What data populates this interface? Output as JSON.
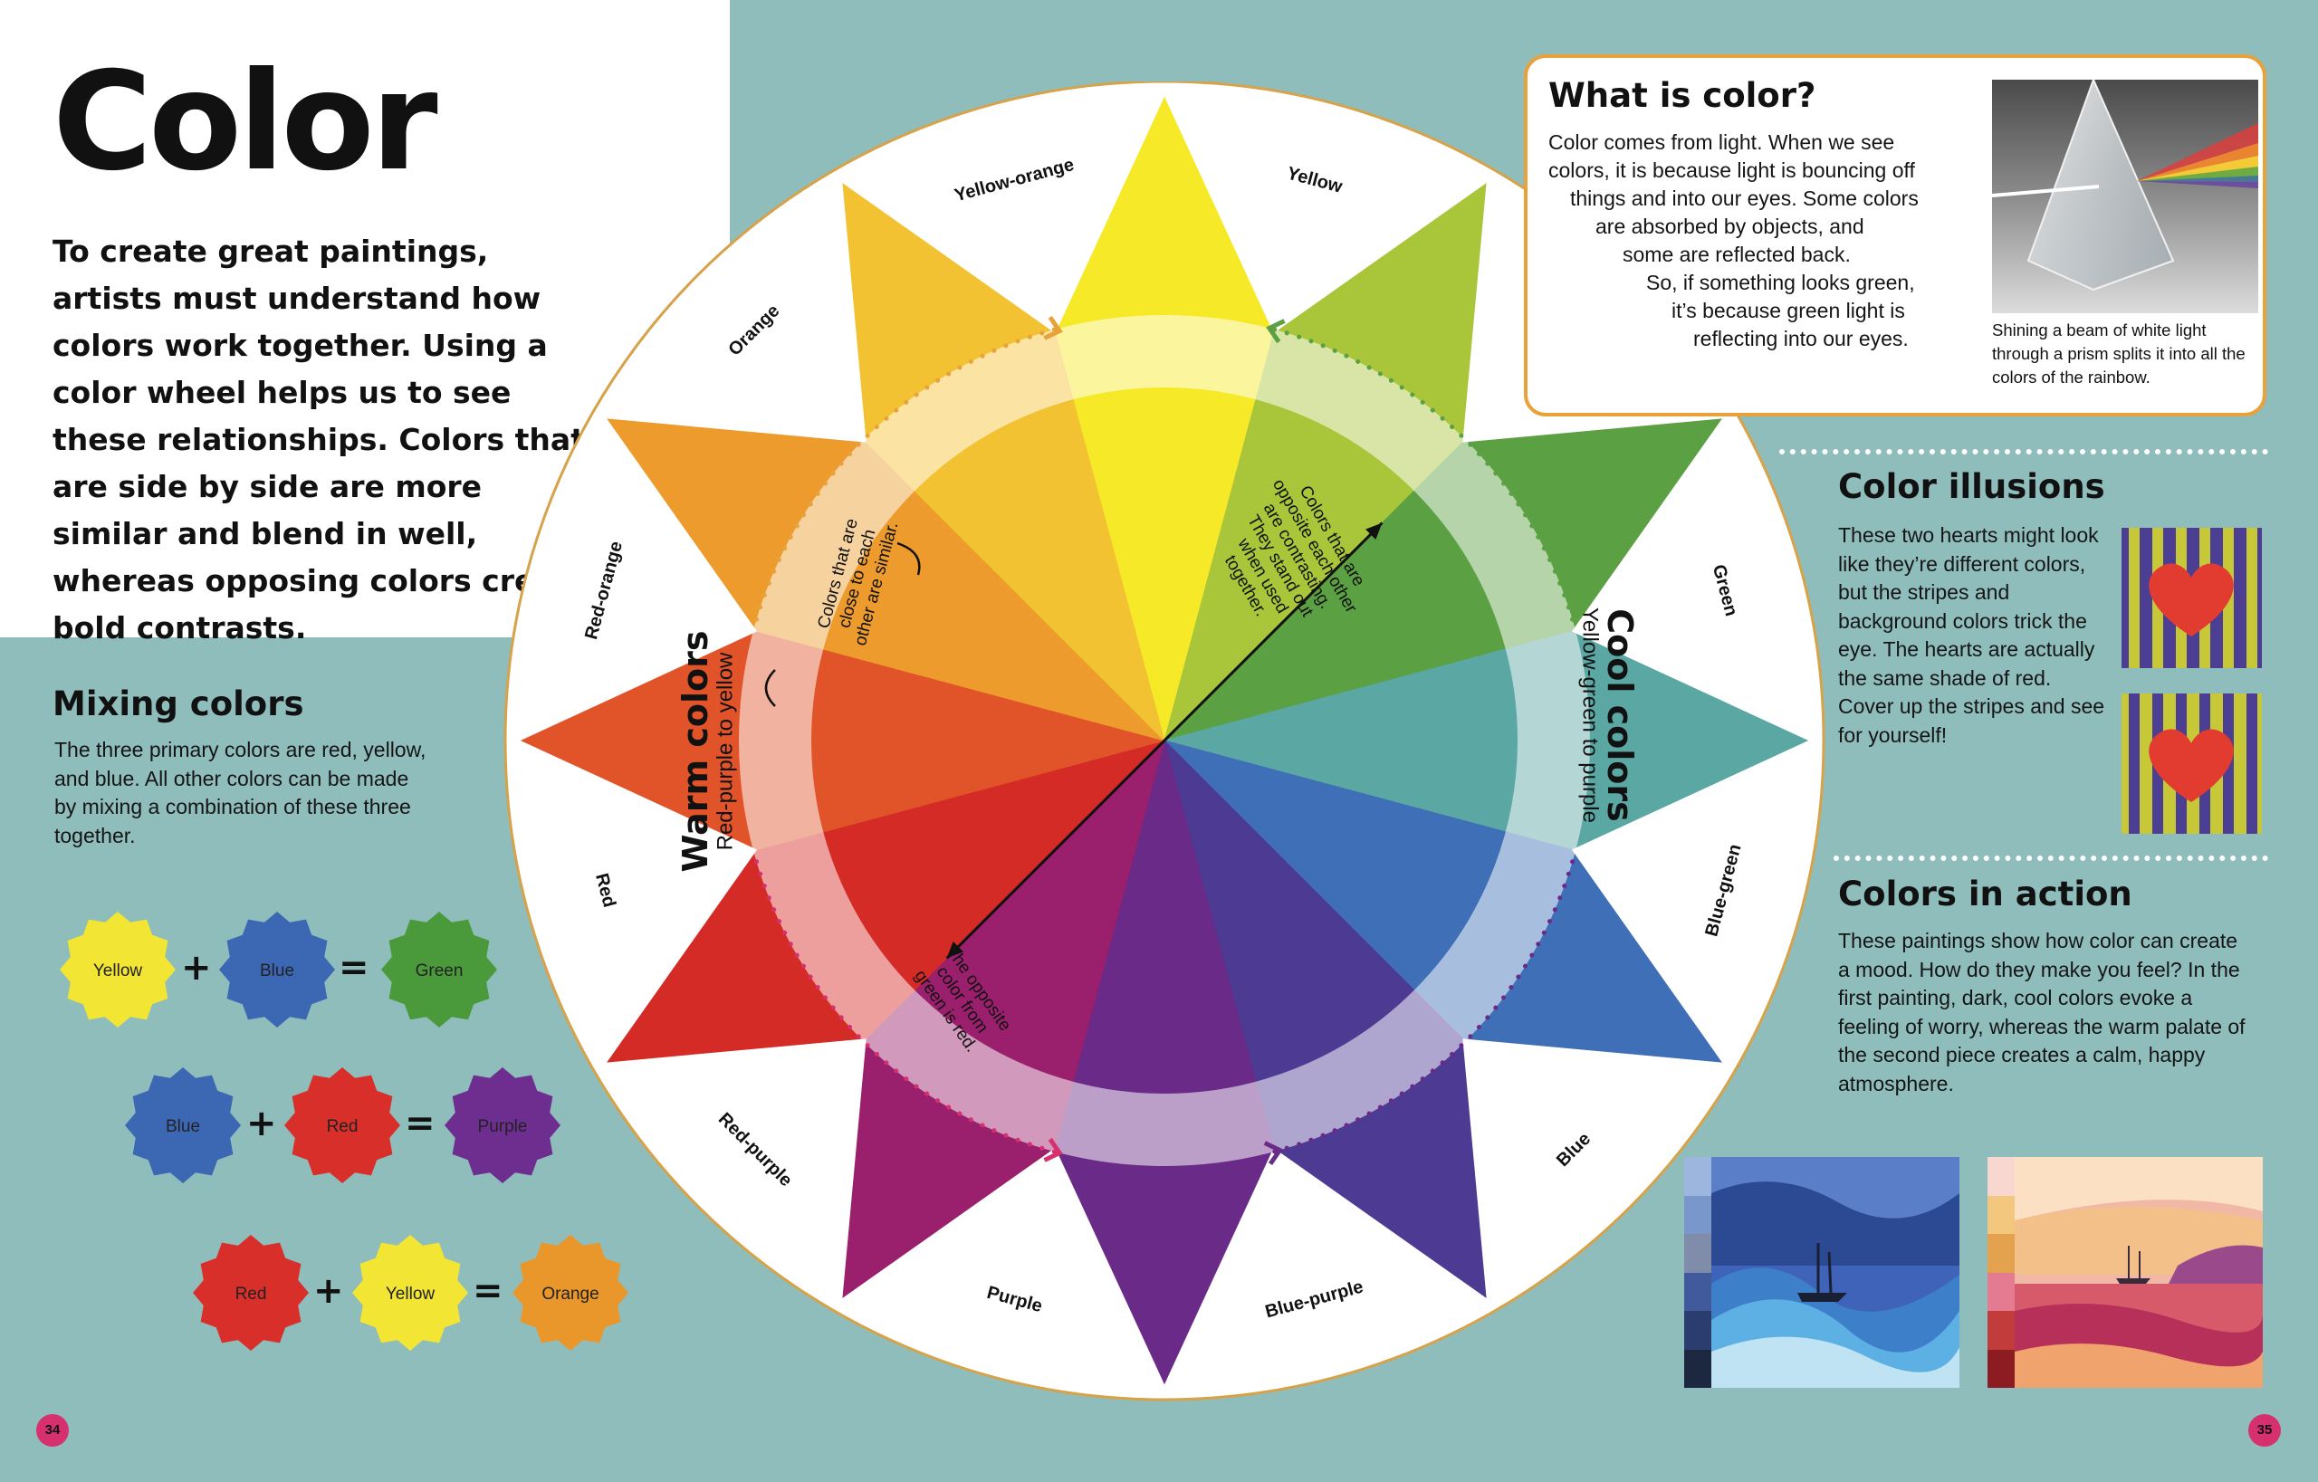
{
  "intro": {
    "title": "Color",
    "text": "To create great paintings, artists must understand how colors work together. Using a color wheel helps us to see these relationships. Colors that are side by side are more similar and blend in well, whereas opposing colors create bold contrasts."
  },
  "mixing": {
    "title": "Mixing colors",
    "text": "The three primary colors are red, yellow, and blue. All other colors can be made by mixing a combination of these three together.",
    "rows": [
      {
        "a": "Yellow",
        "b": "Blue",
        "result": "Green",
        "a_color": "#f2e534",
        "b_color": "#3c67b3",
        "result_color": "#4a9a3c"
      },
      {
        "a": "Blue",
        "b": "Red",
        "result": "Purple",
        "a_color": "#3c67b3",
        "b_color": "#d92f2a",
        "result_color": "#6d2e90"
      },
      {
        "a": "Red",
        "b": "Yellow",
        "result": "Orange",
        "a_color": "#d92f2a",
        "b_color": "#f2e534",
        "result_color": "#e9972a"
      }
    ],
    "plus": "+",
    "equals": "="
  },
  "wheel": {
    "segments": [
      {
        "name": "Yellow",
        "color": "#f6ea28"
      },
      {
        "name": "Yellow-green",
        "color": "#a9c63a"
      },
      {
        "name": "Green",
        "color": "#5ba042"
      },
      {
        "name": "Blue-green",
        "color": "#5aa7a4"
      },
      {
        "name": "Blue",
        "color": "#3f6fb6"
      },
      {
        "name": "Blue-purple",
        "color": "#4d3a93"
      },
      {
        "name": "Purple",
        "color": "#6a2a88"
      },
      {
        "name": "Red-purple",
        "color": "#9a1f6c"
      },
      {
        "name": "Red",
        "color": "#d52b27"
      },
      {
        "name": "Red-orange",
        "color": "#e1542a"
      },
      {
        "name": "Orange",
        "color": "#ec9b2c"
      },
      {
        "name": "Yellow-orange",
        "color": "#f3c233"
      }
    ],
    "warm_title": "Warm colors",
    "warm_sub": "Red-purple to yellow",
    "cool_title": "Cool colors",
    "cool_sub": "Yellow-green to purple",
    "similar_note": [
      "Colors that are",
      "close to each",
      "other are similar."
    ],
    "contrast_note": [
      "Colors that are",
      "opposite each other",
      "are contrasting.",
      "They stand out",
      "when used",
      "together."
    ],
    "opposite_note": [
      "The opposite",
      "color from",
      "green is red."
    ]
  },
  "what_is_color": {
    "title": "What is color?",
    "lines": [
      "Color comes from light. When we see",
      "colors, it is because light is bouncing off",
      "things and into our eyes. Some colors",
      "are absorbed by objects, and",
      "some are reflected back.",
      "So, if something looks green,",
      "it’s because green light is",
      "reflecting into our eyes."
    ],
    "caption": "Shining a beam of white light through a prism splits it into all the colors of the rainbow."
  },
  "illusions": {
    "title": "Color illusions",
    "text": "These two hearts might look like they’re different colors, but the stripes and background colors trick the eye. The hearts are actually the same shade of red. Cover up the stripes and see for yourself!"
  },
  "in_action": {
    "title": "Colors in action",
    "text": "These paintings show how color can create a mood. How do they make you feel? In the first painting, dark, cool colors evoke a feeling of worry, whereas the warm palate of the second piece creates a calm, happy atmosphere.",
    "cool_swatches": [
      "#9cb6dd",
      "#7a97cc",
      "#7f8daa",
      "#415a9c",
      "#2b3c6e",
      "#1c2840"
    ],
    "warm_swatches": [
      "#f7d7cf",
      "#f4c77e",
      "#e4a24f",
      "#e57b91",
      "#c23c3c",
      "#8c1b22"
    ]
  },
  "page_numbers": {
    "left": "34",
    "right": "35"
  }
}
